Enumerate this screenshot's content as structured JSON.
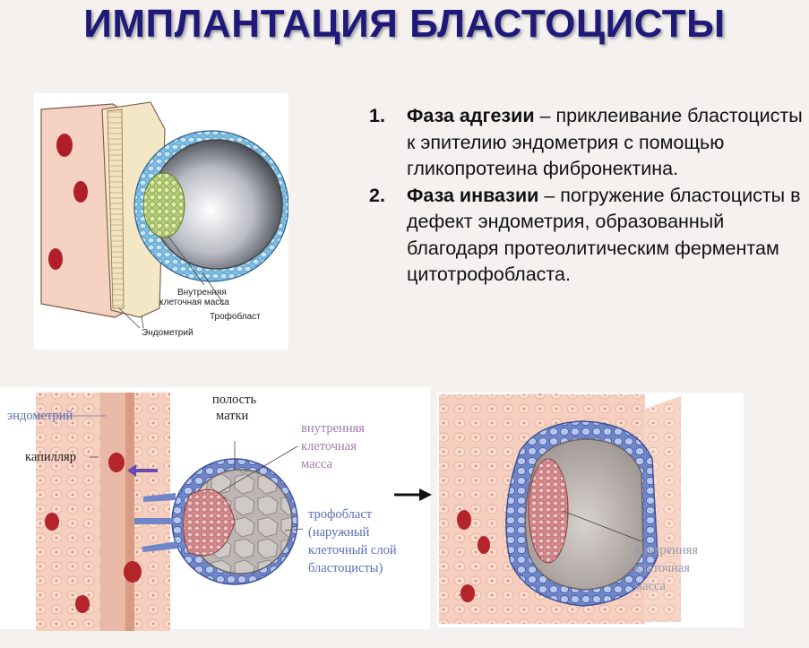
{
  "title": "ИМПЛАНТАЦИЯ БЛАСТОЦИСТЫ",
  "phases": [
    {
      "num": "1.",
      "term": "Фаза адгезии",
      "text": " – приклеивание бластоцисты к эпителию эндометрия с помощью гликопротеина фибронектина."
    },
    {
      "num": "2.",
      "term": "Фаза инвазии",
      "text": " – погружение бластоцисты в дефект эндометрия, образованный благодаря протеолитическим ферментам цитотрофобласта."
    }
  ],
  "top_figure": {
    "labels": {
      "icm_1": "Внутренняя",
      "icm_2": "клеточная масса",
      "trophoblast": "Трофобласт",
      "endometrium": "Эндометрий"
    }
  },
  "bottom_figure": {
    "labels": {
      "endometrium": "эндометрий",
      "capillary": "капилляр",
      "cavity_1": "полость",
      "cavity_2": "матки",
      "icm_1": "внутренняя",
      "icm_2": "клеточная",
      "icm_3": "масса",
      "troph_1": "трофобласт",
      "troph_2": "(наружный",
      "troph_3": "клеточный слой",
      "troph_4": "бластоцисты)",
      "icm2_1": "внутренняя",
      "icm2_2": "клеточная",
      "icm2_3": "масса"
    }
  },
  "colors": {
    "title": "#1f1a7a",
    "label_blue": "#5a6fb4",
    "label_dark": "#222222",
    "tissue_pink": "#f4c7b6",
    "trophoblast_blue": "#8fb4e6",
    "blood_red": "#b3242b"
  }
}
